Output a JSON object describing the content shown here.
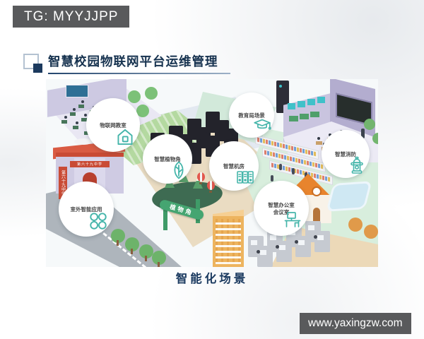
{
  "watermarks": {
    "top": "TG: MYYJJPP",
    "bottom": "www.yaxingzw.com"
  },
  "header": {
    "title": "智慧校园物联网平台运维管理"
  },
  "caption": "智能化场景",
  "scene": {
    "school_sign": "第六十九中学",
    "plant_corner_sign": "植物角",
    "badges": [
      {
        "label": "物联网教室",
        "icon": "house-icon"
      },
      {
        "label": "教育局场景",
        "icon": "graduation-cap-icon"
      },
      {
        "label": "智慧植物角",
        "icon": "leaf-icon"
      },
      {
        "label": "智慧机房",
        "icon": "server-rack-icon"
      },
      {
        "label": "智慧消防",
        "icon": "fire-hydrant-icon"
      },
      {
        "label": "室外智能应用",
        "icon": "app-clover-icon"
      },
      {
        "label": "智慧办公室",
        "label2": "会议室",
        "icon": "office-desk-icon"
      }
    ],
    "colors": {
      "badge_icon": "#45b5aa",
      "title": "#16324f",
      "watermark_bg": "#595a5c",
      "roof_red": "#d95b43",
      "gate_green": "#45a571",
      "wall_purple": "#cdc9e2",
      "building_yellow": "#edb45f",
      "roof_orange": "#e8842d",
      "rack_dark": "#23232b"
    }
  }
}
